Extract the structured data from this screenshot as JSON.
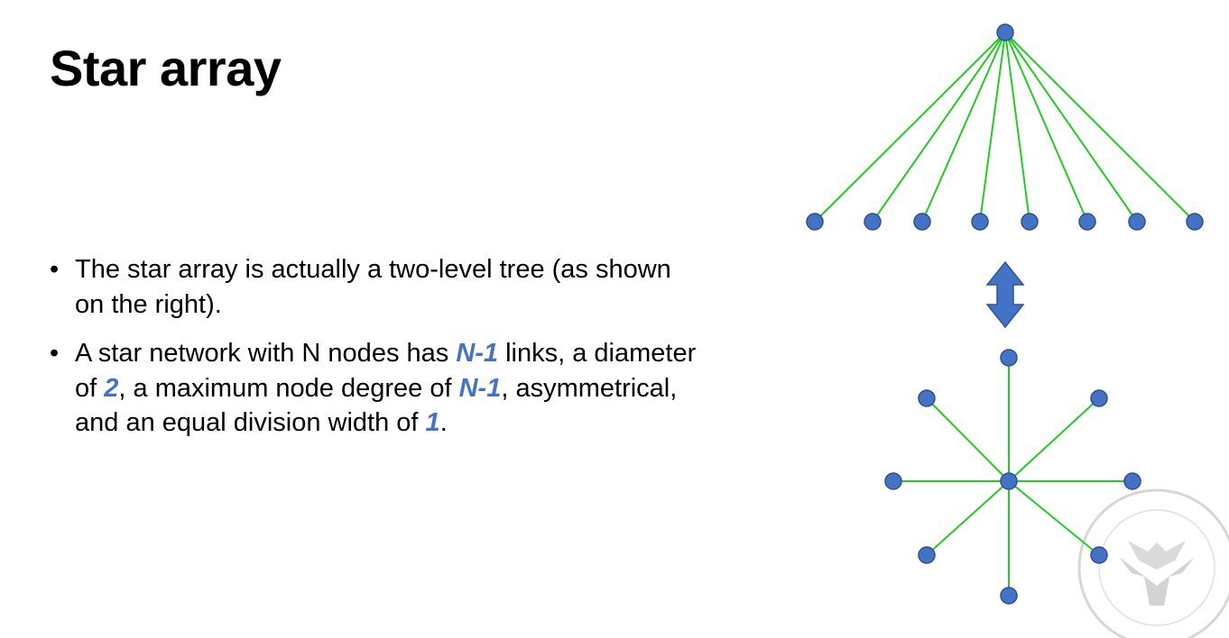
{
  "slide": {
    "title": "Star array",
    "bullets": [
      {
        "text": "The star array is actually a two-level tree (as shown on the right)."
      },
      {
        "parts": [
          {
            "t": "A star network with N nodes has ",
            "hl": false
          },
          {
            "t": "N-1",
            "hl": true
          },
          {
            "t": " links, a diameter of ",
            "hl": false
          },
          {
            "t": "2",
            "hl": true
          },
          {
            "t": ", a maximum node degree of ",
            "hl": false
          },
          {
            "t": "N-1",
            "hl": true
          },
          {
            "t": ", asymmetrical, and an equal division width of ",
            "hl": false
          },
          {
            "t": "1",
            "hl": true
          },
          {
            "t": ".",
            "hl": false
          }
        ]
      }
    ]
  },
  "diagram": {
    "tree": {
      "root_count": 1,
      "leaf_count": 8
    },
    "star": {
      "center_count": 1,
      "outer_count": 8
    },
    "arrow": "double-vertical-arrow"
  },
  "colors": {
    "node_fill": "#4472c4",
    "node_stroke": "#2f4f8f",
    "edge": "#22cc22",
    "highlight_text": "#4472c4",
    "arrow_fill": "#4472c4",
    "seal": "#b5b5b5"
  },
  "icons": [
    "bullet-dot-icon",
    "double-arrow-icon",
    "university-seal-logo"
  ]
}
